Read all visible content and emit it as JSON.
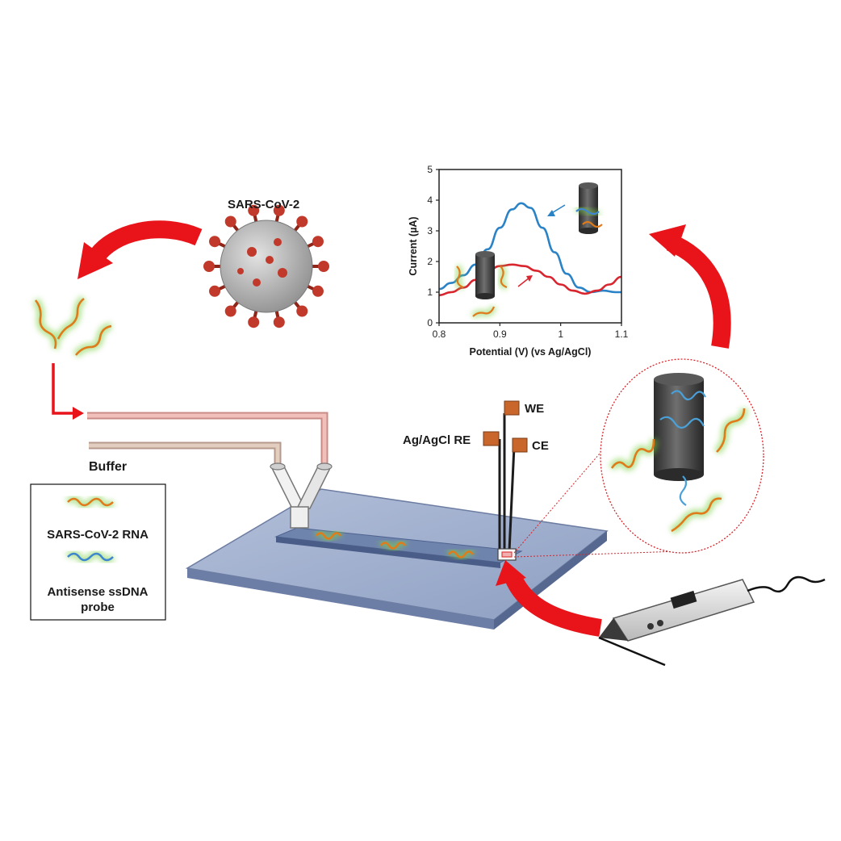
{
  "labels": {
    "virus": "SARS-CoV-2",
    "buffer": "Buffer",
    "we": "WE",
    "re": "Ag/AgCl RE",
    "ce": "CE"
  },
  "legend": {
    "rna": "SARS-CoV-2 RNA",
    "probe_line1": "Antisense ssDNA",
    "probe_line2": "probe"
  },
  "colors": {
    "arrow": "#e8141a",
    "chip": "#9aa9c8",
    "channel": "#6f84ad",
    "tube_red": "#e8a7a2",
    "tube_buffer": "#d7bcae",
    "electrode_pad": "#c8662c",
    "series_blue": "#2a82c7",
    "series_red": "#d8252e"
  },
  "chart_data": {
    "type": "line",
    "xlabel": "Potential (V) (vs Ag/AgCl)",
    "ylabel": "Current (µA)",
    "xlim": [
      0.8,
      1.1
    ],
    "ylim": [
      0,
      5
    ],
    "xticks": [
      "0.8",
      "0.9",
      "1",
      "1.1"
    ],
    "yticks": [
      "0",
      "1",
      "2",
      "3",
      "4",
      "5"
    ],
    "grid": false,
    "series": [
      {
        "color": "#2a82c7",
        "x": [
          0.8,
          0.82,
          0.84,
          0.86,
          0.88,
          0.9,
          0.92,
          0.935,
          0.95,
          0.97,
          0.99,
          1.01,
          1.03,
          1.05,
          1.07,
          1.09,
          1.1
        ],
        "y": [
          1.1,
          1.3,
          1.55,
          1.9,
          2.4,
          3.1,
          3.7,
          3.9,
          3.75,
          3.1,
          2.3,
          1.6,
          1.15,
          1.0,
          1.05,
          1.0,
          1.0
        ]
      },
      {
        "color": "#d8252e",
        "x": [
          0.8,
          0.82,
          0.84,
          0.86,
          0.88,
          0.9,
          0.92,
          0.94,
          0.96,
          0.98,
          1.0,
          1.02,
          1.04,
          1.06,
          1.08,
          1.1
        ],
        "y": [
          0.9,
          1.0,
          1.15,
          1.4,
          1.7,
          1.85,
          1.9,
          1.85,
          1.7,
          1.5,
          1.25,
          1.05,
          0.95,
          1.05,
          1.25,
          1.5
        ]
      }
    ]
  }
}
